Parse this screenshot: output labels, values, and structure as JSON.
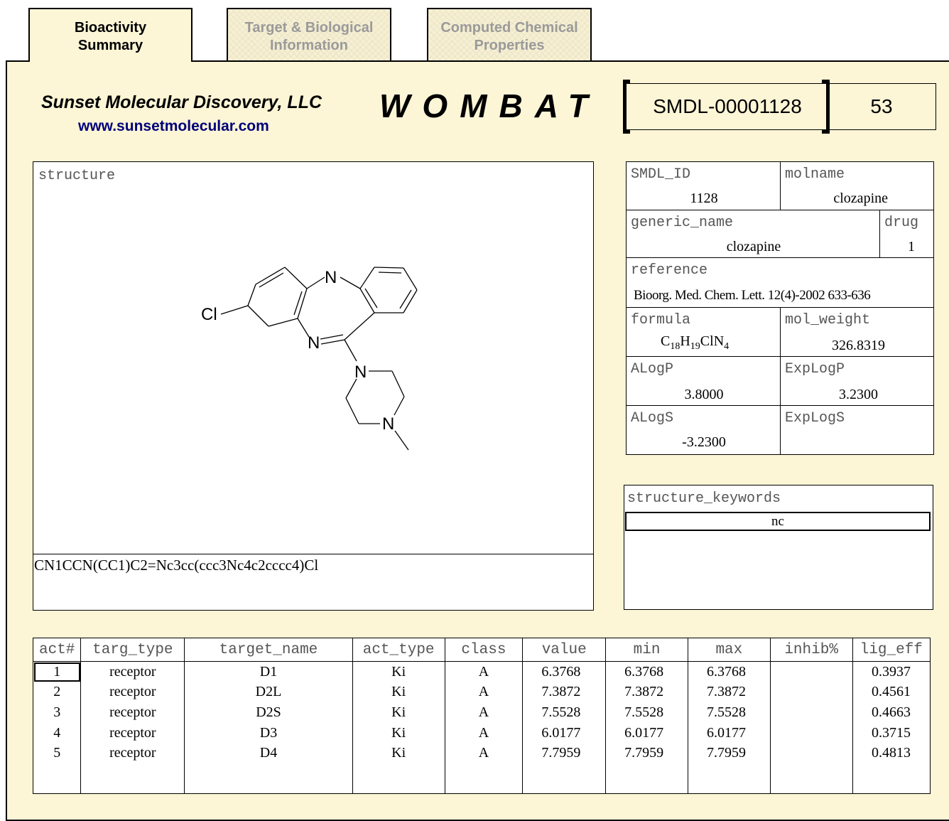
{
  "tabs": [
    {
      "label_line1": "Bioactivity",
      "label_line2": "Summary"
    },
    {
      "label_line1": "Target & Biological",
      "label_line2": "Information"
    },
    {
      "label_line1": "Computed Chemical",
      "label_line2": "Properties"
    }
  ],
  "header": {
    "company": "Sunset Molecular Discovery, LLC",
    "url": "www.sunsetmolecular.com",
    "brand": "WOMBAT",
    "record_id": "SMDL-00001128",
    "record_count": "53"
  },
  "structure": {
    "label": "structure",
    "smiles": "CN1CCN(CC1)C2=Nc3cc(ccc3Nc4c2cccc4)Cl",
    "atoms": {
      "cl": "Cl",
      "n_top": "N",
      "n_imine": "N",
      "n_pip1": "N",
      "n_pip2": "N"
    }
  },
  "properties": {
    "smdl_id": {
      "label": "SMDL_ID",
      "value": "1128"
    },
    "molname": {
      "label": "molname",
      "value": "clozapine"
    },
    "generic_name": {
      "label": "generic_name",
      "value": "clozapine"
    },
    "drug": {
      "label": "drug",
      "value": "1"
    },
    "reference": {
      "label": "reference",
      "value": "Bioorg. Med. Chem. Lett. 12(4)-2002 633-636"
    },
    "formula": {
      "label": "formula",
      "c": "C",
      "c_n": "18",
      "h": "H",
      "h_n": "19",
      "clN": "ClN",
      "n_n": "4"
    },
    "mol_weight": {
      "label": "mol_weight",
      "value": "326.8319"
    },
    "alogp": {
      "label": "ALogP",
      "value": "3.8000"
    },
    "explogp": {
      "label": "ExpLogP",
      "value": "3.2300"
    },
    "alogs": {
      "label": "ALogS",
      "value": "-3.2300"
    },
    "explogs": {
      "label": "ExpLogS",
      "value": ""
    }
  },
  "keywords": {
    "label": "structure_keywords",
    "value": "nc"
  },
  "activity_table": {
    "columns": [
      "act#",
      "targ_type",
      "target_name",
      "act_type",
      "class",
      "value",
      "min",
      "max",
      "inhib%",
      "lig_eff"
    ],
    "rows": [
      [
        "1",
        "receptor",
        "D1",
        "Ki",
        "A",
        "6.3768",
        "6.3768",
        "6.3768",
        "",
        "0.3937"
      ],
      [
        "2",
        "receptor",
        "D2L",
        "Ki",
        "A",
        "7.3872",
        "7.3872",
        "7.3872",
        "",
        "0.4561"
      ],
      [
        "3",
        "receptor",
        "D2S",
        "Ki",
        "A",
        "7.5528",
        "7.5528",
        "7.5528",
        "",
        "0.4663"
      ],
      [
        "4",
        "receptor",
        "D3",
        "Ki",
        "A",
        "6.0177",
        "6.0177",
        "6.0177",
        "",
        "0.3715"
      ],
      [
        "5",
        "receptor",
        "D4",
        "Ki",
        "A",
        "7.7959",
        "7.7959",
        "7.7959",
        "",
        "0.4813"
      ]
    ]
  }
}
